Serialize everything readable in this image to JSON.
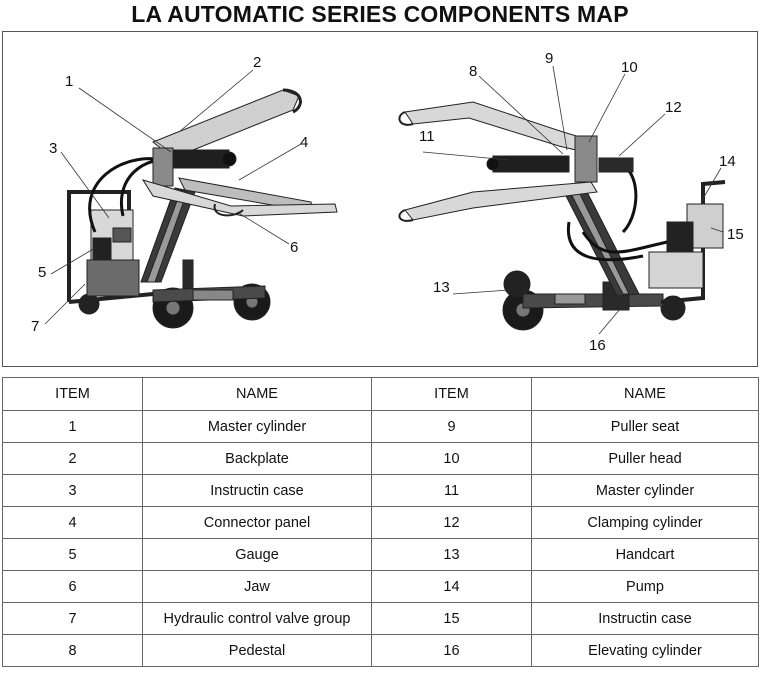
{
  "title": "LA AUTOMATIC SERIES COMPONENTS MAP",
  "callouts": [
    "1",
    "2",
    "3",
    "4",
    "5",
    "6",
    "7",
    "8",
    "9",
    "10",
    "11",
    "12",
    "13",
    "14",
    "15",
    "16"
  ],
  "table": {
    "headers": [
      "ITEM",
      "NAME",
      "ITEM",
      "NAME"
    ],
    "rows": [
      {
        "item_a": "1",
        "name_a": "Master cylinder",
        "item_b": "9",
        "name_b": "Puller seat"
      },
      {
        "item_a": "2",
        "name_a": "Backplate",
        "item_b": "10",
        "name_b": "Puller head"
      },
      {
        "item_a": "3",
        "name_a": "Instructin case",
        "item_b": "11",
        "name_b": "Master cylinder"
      },
      {
        "item_a": "4",
        "name_a": "Connector panel",
        "item_b": "12",
        "name_b": "Clamping cylinder"
      },
      {
        "item_a": "5",
        "name_a": "Gauge",
        "item_b": "13",
        "name_b": "Handcart"
      },
      {
        "item_a": "6",
        "name_a": "Jaw",
        "item_b": "14",
        "name_b": "Pump"
      },
      {
        "item_a": "7",
        "name_a": "Hydraulic control valve group",
        "item_b": "15",
        "name_b": "Instructin case"
      },
      {
        "item_a": "8",
        "name_a": "Pedestal",
        "item_b": "16",
        "name_b": "Elevating cylinder"
      }
    ]
  }
}
